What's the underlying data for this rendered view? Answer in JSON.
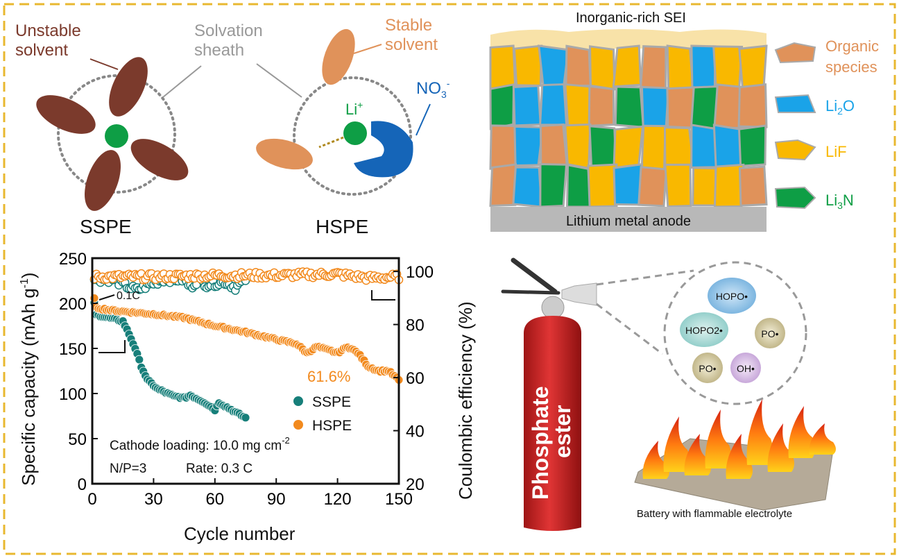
{
  "solvation": {
    "unstable_solvent": [
      "Unstable",
      "solvent"
    ],
    "solvation_sheath": [
      "Solvation",
      "sheath"
    ],
    "stable_solvent": [
      "Stable",
      "solvent"
    ],
    "li_label": "Li",
    "li_sup": "+",
    "nitrate_label": "NO",
    "nitrate_sub": "3",
    "nitrate_sup": "-",
    "sspe_label": "SSPE",
    "hspe_label": "HSPE"
  },
  "sei": {
    "title": "Inorganic-rich SEI",
    "anode_label": "Lithium metal anode",
    "legend": [
      {
        "label": "Organic",
        "label2": "species",
        "color": "#E0925A"
      },
      {
        "label": "Li",
        "sub": "2",
        "tail": "O",
        "color": "#1AA3E8"
      },
      {
        "label": "LiF",
        "color": "#F9B800"
      },
      {
        "label": "Li",
        "sub": "3",
        "tail": "N",
        "color": "#0E9E45"
      }
    ]
  },
  "extinguisher": {
    "label_line1": "Phosphate",
    "label_line2": "ester",
    "radicals": [
      "HOPO•",
      "HOPO2•",
      "PO•",
      "PO•",
      "OH•"
    ],
    "battery_caption": "Battery with flammable electrolyte"
  },
  "chart_data": {
    "type": "scatter",
    "xlabel": "Cycle number",
    "ylabel": "Specific capacity (mAh g-1)",
    "ylabel_right": "Coulombic efficiency (%)",
    "xlim": [
      0,
      150
    ],
    "ylim": [
      0,
      250
    ],
    "ylim_right": [
      20,
      105
    ],
    "xticks": [
      0,
      30,
      60,
      90,
      120,
      150
    ],
    "yticks": [
      0,
      50,
      100,
      150,
      200,
      250
    ],
    "yticks_right": [
      20,
      40,
      60,
      80,
      100
    ],
    "annotations": {
      "rate_first": "0.1C",
      "retention": "61.6%",
      "loading": "Cathode loading: 10.0 mg cm",
      "loading_sup": "-2",
      "np": "N/P=3",
      "rate": "Rate: 0.3 C"
    },
    "legend_position": "center-right",
    "series": [
      {
        "name": "SSPE",
        "color": "#177F7A",
        "capacity": [
          [
            1,
            200
          ],
          [
            2,
            187
          ],
          [
            10,
            183
          ],
          [
            15,
            180
          ],
          [
            18,
            166
          ],
          [
            21,
            150
          ],
          [
            24,
            130
          ],
          [
            27,
            115
          ],
          [
            32,
            105
          ],
          [
            40,
            97
          ],
          [
            45,
            95
          ],
          [
            48,
            98
          ],
          [
            55,
            90
          ],
          [
            60,
            82
          ],
          [
            62,
            90
          ],
          [
            68,
            82
          ],
          [
            75,
            73
          ]
        ],
        "coulombic_efficiency": [
          [
            1,
            97
          ],
          [
            10,
            97
          ],
          [
            18,
            94
          ],
          [
            22,
            93
          ],
          [
            28,
            95
          ],
          [
            35,
            97
          ],
          [
            45,
            97
          ],
          [
            48,
            94
          ],
          [
            52,
            97
          ],
          [
            56,
            95
          ],
          [
            65,
            96
          ],
          [
            70,
            94
          ],
          [
            75,
            97
          ]
        ]
      },
      {
        "name": "HSPE",
        "color": "#F28A1E",
        "capacity": [
          [
            1,
            205
          ],
          [
            2,
            195
          ],
          [
            10,
            192
          ],
          [
            30,
            188
          ],
          [
            45,
            184
          ],
          [
            60,
            175
          ],
          [
            75,
            168
          ],
          [
            90,
            160
          ],
          [
            100,
            155
          ],
          [
            105,
            145
          ],
          [
            110,
            152
          ],
          [
            120,
            145
          ],
          [
            125,
            152
          ],
          [
            130,
            145
          ],
          [
            135,
            130
          ],
          [
            140,
            125
          ],
          [
            145,
            125
          ],
          [
            150,
            115
          ]
        ],
        "coulombic_efficiency": [
          [
            1,
            98
          ],
          [
            30,
            98
          ],
          [
            60,
            98.5
          ],
          [
            90,
            98.5
          ],
          [
            120,
            99
          ],
          [
            135,
            97.5
          ],
          [
            150,
            98
          ]
        ]
      }
    ]
  }
}
